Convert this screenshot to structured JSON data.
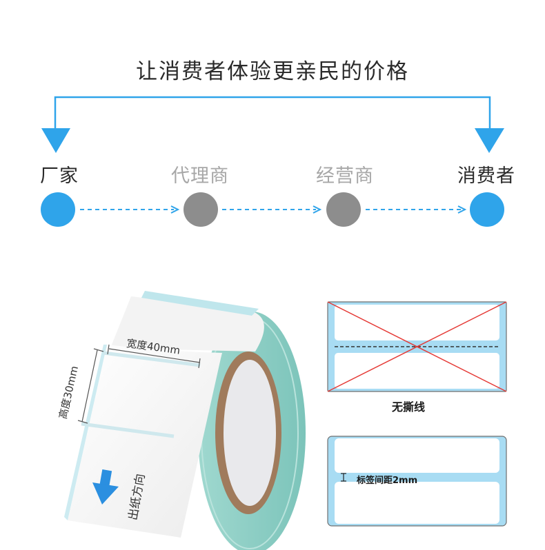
{
  "headline": "让消费者体验更亲民的价格",
  "stages": [
    {
      "label": "厂家",
      "style": "dark",
      "dot_color": "#2fa4ea"
    },
    {
      "label": "代理商",
      "style": "grey",
      "dot_color": "#8d8d8d"
    },
    {
      "label": "经营商",
      "style": "grey",
      "dot_color": "#8d8d8d"
    },
    {
      "label": "消费者",
      "style": "dark",
      "dot_color": "#2fa4ea"
    }
  ],
  "colors": {
    "accent_blue": "#2fa4ea",
    "dot_gray": "#8d8d8d",
    "cross_red": "#e53935",
    "liner_blue": "#a8dcf3"
  },
  "product": {
    "width_label": "宽度40mm",
    "height_label": "高度30mm",
    "feed_label": "出纸方向"
  },
  "examples": [
    {
      "caption": "无撕线",
      "marked_wrong": true
    },
    {
      "caption": "标签间距2mm",
      "marked_wrong": false
    }
  ],
  "icons": [
    "arrow-down-icon",
    "dashed-arrow-right-icon",
    "feed-arrow-icon",
    "cross-icon",
    "gap-marker-icon"
  ]
}
